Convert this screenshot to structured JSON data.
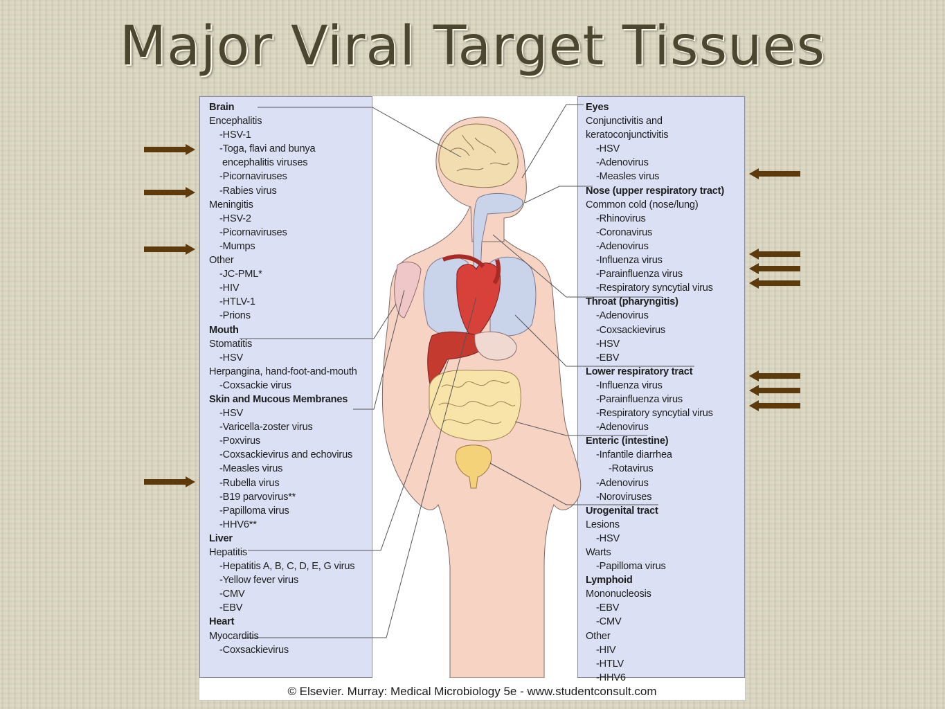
{
  "slide": {
    "title": "Major Viral Target Tissues"
  },
  "figure": {
    "credit": "© Elsevier. Murray: Medical Microbiology 5e - www.studentconsult.com",
    "left_panel": [
      {
        "text": "Brain",
        "style": "h"
      },
      {
        "text": "Encephalitis",
        "style": "n"
      },
      {
        "text": "-HSV-1",
        "style": "i1"
      },
      {
        "text": "-Toga, flavi and bunya",
        "style": "i1"
      },
      {
        "text": "encephalitis viruses",
        "style": "i2"
      },
      {
        "text": "-Picornaviruses",
        "style": "i1"
      },
      {
        "text": "-Rabies virus",
        "style": "i1"
      },
      {
        "text": "Meningitis",
        "style": "n"
      },
      {
        "text": "-HSV-2",
        "style": "i1"
      },
      {
        "text": "-Picornaviruses",
        "style": "i1"
      },
      {
        "text": "-Mumps",
        "style": "i1"
      },
      {
        "text": "Other",
        "style": "n"
      },
      {
        "text": "-JC-PML*",
        "style": "i1"
      },
      {
        "text": "-HIV",
        "style": "i1"
      },
      {
        "text": "-HTLV-1",
        "style": "i1"
      },
      {
        "text": "-Prions",
        "style": "i1"
      },
      {
        "text": "Mouth",
        "style": "h"
      },
      {
        "text": "Stomatitis",
        "style": "n"
      },
      {
        "text": "-HSV",
        "style": "i1"
      },
      {
        "text": "Herpangina, hand-foot-and-mouth",
        "style": "n"
      },
      {
        "text": "-Coxsackie virus",
        "style": "i1"
      },
      {
        "text": "Skin and Mucous Membranes",
        "style": "h"
      },
      {
        "text": "-HSV",
        "style": "i1"
      },
      {
        "text": "-Varicella-zoster virus",
        "style": "i1"
      },
      {
        "text": "-Poxvirus",
        "style": "i1"
      },
      {
        "text": "-Coxsackievirus and echovirus",
        "style": "i1"
      },
      {
        "text": "-Measles virus",
        "style": "i1"
      },
      {
        "text": "-Rubella virus",
        "style": "i1"
      },
      {
        "text": "-B19 parvovirus**",
        "style": "i1"
      },
      {
        "text": "-Papilloma virus",
        "style": "i1"
      },
      {
        "text": "-HHV6**",
        "style": "i1"
      },
      {
        "text": "Liver",
        "style": "h"
      },
      {
        "text": "Hepatitis",
        "style": "n"
      },
      {
        "text": "-Hepatitis A, B, C, D, E, G virus",
        "style": "i1"
      },
      {
        "text": "-Yellow fever virus",
        "style": "i1"
      },
      {
        "text": "-CMV",
        "style": "i1"
      },
      {
        "text": "-EBV",
        "style": "i1"
      },
      {
        "text": "Heart",
        "style": "h"
      },
      {
        "text": "Myocarditis",
        "style": "n"
      },
      {
        "text": "-Coxsackievirus",
        "style": "i1"
      }
    ],
    "right_panel": [
      {
        "text": "Eyes",
        "style": "h"
      },
      {
        "text": "Conjunctivitis and",
        "style": "n"
      },
      {
        "text": "keratoconjunctivitis",
        "style": "n"
      },
      {
        "text": "-HSV",
        "style": "i1"
      },
      {
        "text": "-Adenovirus",
        "style": "i1"
      },
      {
        "text": "-Measles virus",
        "style": "i1"
      },
      {
        "text": "Nose (upper respiratory tract)",
        "style": "h"
      },
      {
        "text": "Common cold (nose/lung)",
        "style": "n"
      },
      {
        "text": "-Rhinovirus",
        "style": "i1"
      },
      {
        "text": "-Coronavirus",
        "style": "i1"
      },
      {
        "text": "-Adenovirus",
        "style": "i1"
      },
      {
        "text": "-Influenza virus",
        "style": "i1"
      },
      {
        "text": "-Parainfluenza virus",
        "style": "i1"
      },
      {
        "text": "-Respiratory syncytial virus",
        "style": "i1"
      },
      {
        "text": "Throat (pharyngitis)",
        "style": "h"
      },
      {
        "text": "-Adenovirus",
        "style": "i1"
      },
      {
        "text": "-Coxsackievirus",
        "style": "i1"
      },
      {
        "text": "-HSV",
        "style": "i1"
      },
      {
        "text": "-EBV",
        "style": "i1"
      },
      {
        "text": "Lower respiratory tract",
        "style": "h"
      },
      {
        "text": "-Influenza virus",
        "style": "i1"
      },
      {
        "text": "-Parainfluenza virus",
        "style": "i1"
      },
      {
        "text": "-Respiratory syncytial virus",
        "style": "i1"
      },
      {
        "text": "-Adenovirus",
        "style": "i1"
      },
      {
        "text": "Enteric (intestine)",
        "style": "h"
      },
      {
        "text": "-Infantile diarrhea",
        "style": "i1"
      },
      {
        "text": "-Rotavirus",
        "style": "i3"
      },
      {
        "text": "-Adenovirus",
        "style": "i1"
      },
      {
        "text": "-Noroviruses",
        "style": "i1"
      },
      {
        "text": "Urogenital tract",
        "style": "h"
      },
      {
        "text": "Lesions",
        "style": "n"
      },
      {
        "text": "-HSV",
        "style": "i1"
      },
      {
        "text": "Warts",
        "style": "n"
      },
      {
        "text": "-Papilloma virus",
        "style": "i1"
      },
      {
        "text": "Lymphoid",
        "style": "h"
      },
      {
        "text": "Mononucleosis",
        "style": "n"
      },
      {
        "text": "-EBV",
        "style": "i1"
      },
      {
        "text": "-CMV",
        "style": "i1"
      },
      {
        "text": "Other",
        "style": "n"
      },
      {
        "text": "-HIV",
        "style": "i1"
      },
      {
        "text": "-HTLV",
        "style": "i1"
      },
      {
        "text": "-HHV6",
        "style": "i1"
      }
    ]
  },
  "colors": {
    "arrow": "#5c3a0c",
    "panel": "#dbe0f4",
    "skin": "#f7d3c4",
    "heart": "#d8403a",
    "liver": "#c43a2e",
    "lung": "#c9d3ea",
    "intestine": "#f8e3a8",
    "bladder": "#f4d27a",
    "brain": "#f1ddb0"
  }
}
